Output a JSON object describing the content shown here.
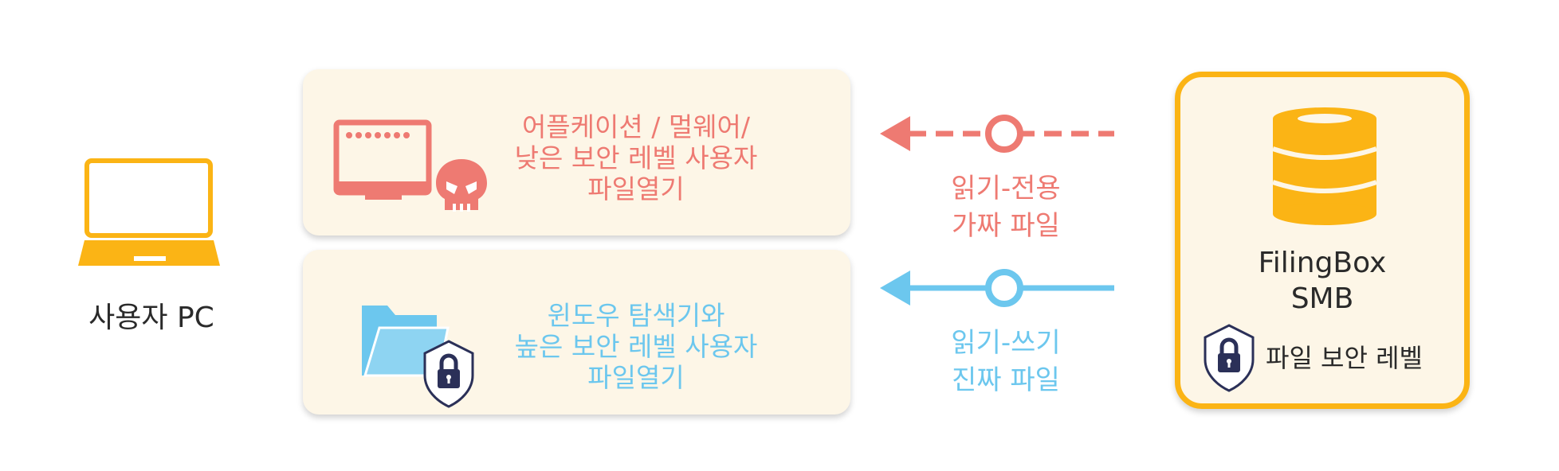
{
  "user_pc": {
    "label": "사용자 PC"
  },
  "top_box": {
    "lines": [
      "어플케이션 / 멀웨어/",
      "낮은 보안 레벨 사용자",
      "파일열기"
    ]
  },
  "bottom_box": {
    "lines": [
      "윈도우 탐색기와",
      "높은 보안 레벨 사용자",
      "파일열기"
    ]
  },
  "top_arrow": {
    "lines": [
      "읽기-전용",
      "가짜 파일"
    ],
    "style": "dashed"
  },
  "bottom_arrow": {
    "lines": [
      "읽기-쓰기",
      "진짜 파일"
    ],
    "style": "solid"
  },
  "server": {
    "title_lines": [
      "FilingBox",
      "SMB"
    ],
    "security_label": "파일 보안 레벨"
  },
  "colors": {
    "red": "#EE7A72",
    "blue": "#6CC7EE",
    "yellow": "#FBB415",
    "box_bg": "#FDF6E7",
    "navy": "#2B3058"
  }
}
